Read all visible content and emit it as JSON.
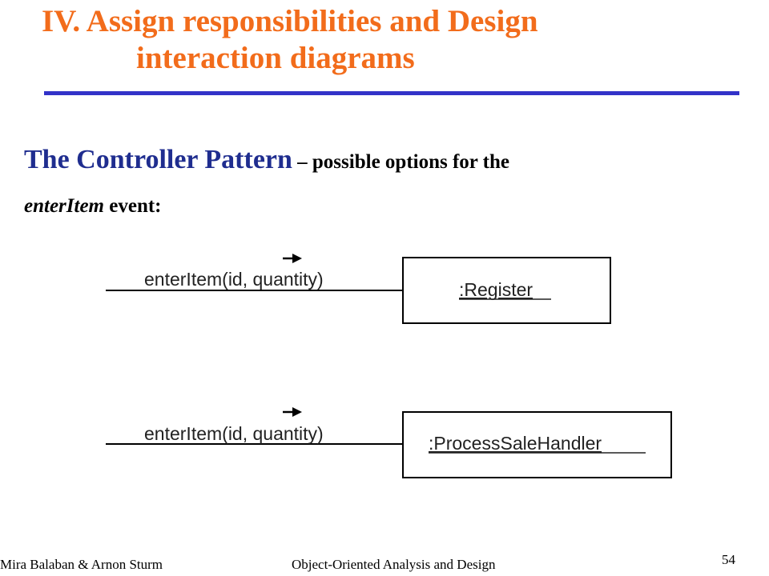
{
  "slide": {
    "title_line1": "IV. Assign responsibilities and Design",
    "title_line2": "interaction diagrams",
    "heading_main": "The Controller Pattern",
    "heading_rest": " – possible options for the",
    "heading_italic": "enterItem",
    "heading_end": " event:",
    "colors": {
      "title": "#f26c1b",
      "rule": "#3232c8",
      "heading": "#1f2d8f"
    }
  },
  "diagram": {
    "option1": {
      "message": "enterItem(id, quantity)",
      "object": ":Register"
    },
    "option2": {
      "message": "enterItem(id, quantity)",
      "object": ":ProcessSaleHandler"
    }
  },
  "footer": {
    "authors": "Mira Balaban  &  Arnon Sturm",
    "course": "Object-Oriented Analysis and Design",
    "page": "54"
  }
}
